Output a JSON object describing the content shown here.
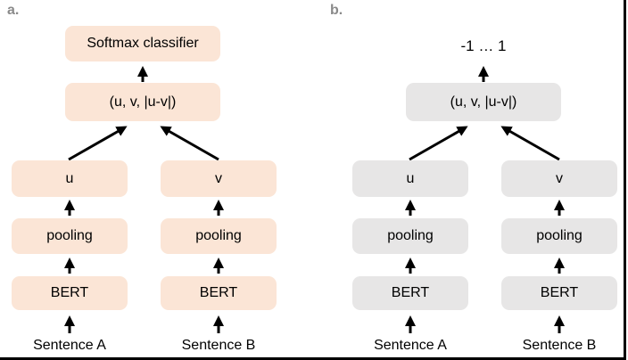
{
  "colors": {
    "background": "#ffffff",
    "panel_a_box_fill": "#fbe5d6",
    "panel_b_box_fill": "#e7e6e6",
    "arrow": "#000000",
    "box_text": "#000000",
    "panel_label_text": "#8a8a8a",
    "frame_border": "#000000"
  },
  "panels": [
    {
      "label": "a.",
      "box_fill": "#fbe5d6",
      "output_label": "Softmax classifier",
      "concat_label": "(u, v, |u-v|)",
      "left_branch": {
        "embedding_label": "u",
        "pooling_label": "pooling",
        "encoder_label": "BERT",
        "input_label": "Sentence A"
      },
      "right_branch": {
        "embedding_label": "v",
        "pooling_label": "pooling",
        "encoder_label": "BERT",
        "input_label": "Sentence B"
      }
    },
    {
      "label": "b.",
      "box_fill": "#e7e6e6",
      "output_label": "-1 … 1",
      "concat_label": "(u, v, |u-v|)",
      "left_branch": {
        "embedding_label": "u",
        "pooling_label": "pooling",
        "encoder_label": "BERT",
        "input_label": "Sentence A"
      },
      "right_branch": {
        "embedding_label": "v",
        "pooling_label": "pooling",
        "encoder_label": "BERT",
        "input_label": "Sentence B"
      }
    }
  ]
}
